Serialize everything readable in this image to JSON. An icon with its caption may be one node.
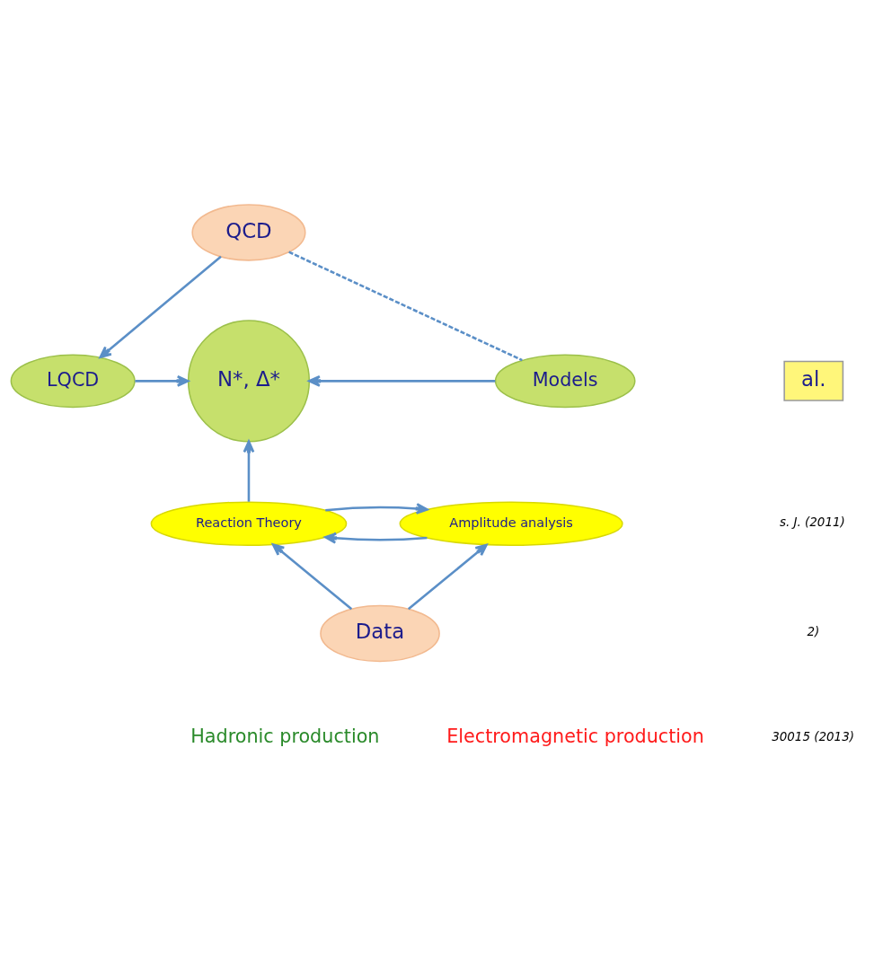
{
  "diagram": {
    "nodes": [
      {
        "text": [
          "QCD"
        ]
      },
      {
        "text": [
          "LQCD"
        ]
      },
      {
        "text": [
          "N*, Δ*"
        ]
      },
      {
        "text": [
          "Models"
        ]
      },
      {
        "text": [
          "Reaction Theory"
        ]
      },
      {
        "text": [
          "Amplitude analysis"
        ]
      },
      {
        "text": [
          "Data"
        ]
      },
      {
        "text": [
          "al."
        ]
      }
    ],
    "edges": [
      {
        "from": 0,
        "to": 1,
        "arrow": "to"
      },
      {
        "from": 0,
        "to": 3,
        "arrow": "none",
        "style": "dashed"
      },
      {
        "from": 1,
        "to": 2,
        "arrow": "to"
      },
      {
        "from": 3,
        "to": 2,
        "arrow": "to"
      },
      {
        "from": 4,
        "to": 2,
        "arrow": "to"
      },
      {
        "from": 4,
        "to": 5,
        "arrow": "to"
      },
      {
        "from": 5,
        "to": 4,
        "arrow": "to"
      },
      {
        "from": 6,
        "to": 4,
        "arrow": "to"
      },
      {
        "from": 6,
        "to": 5,
        "arrow": "to"
      }
    ],
    "labels": [
      "30015 (2013)",
      "2)",
      "s. J. (2011)",
      "Hadronic production",
      "Electromagnetic production"
    ]
  }
}
